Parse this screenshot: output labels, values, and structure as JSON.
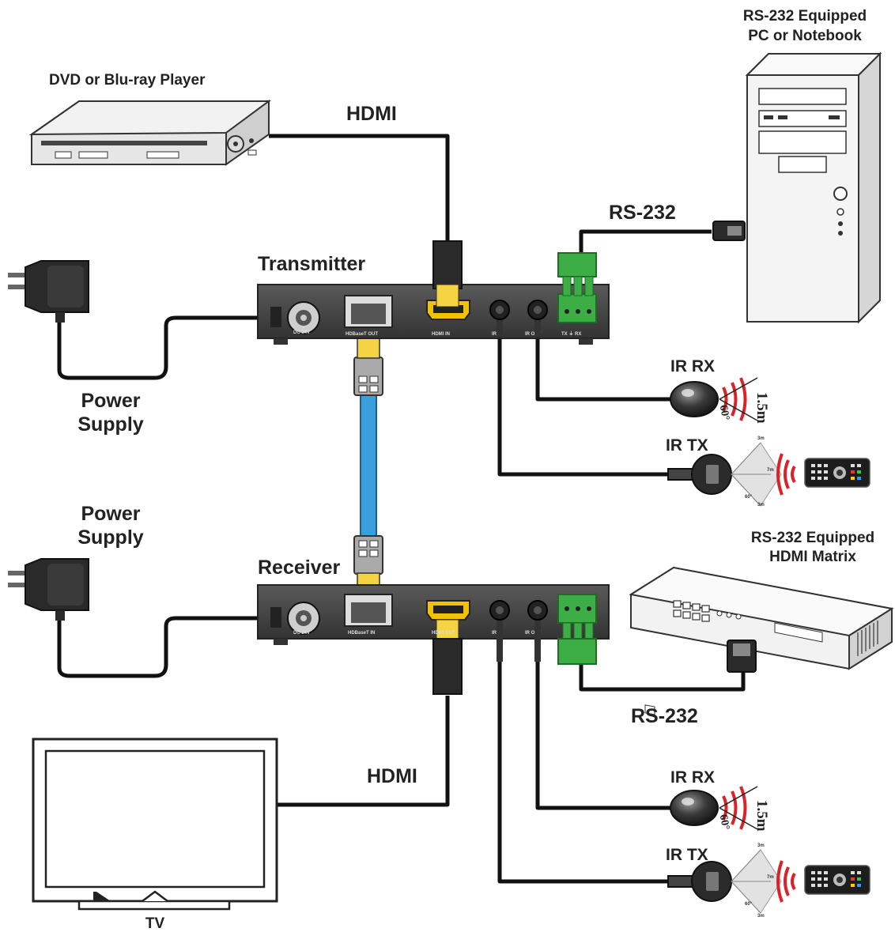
{
  "labels": {
    "dvd": "DVD or Blu-ray Player",
    "pc_line1": "RS-232 Equipped",
    "pc_line2": "PC or Notebook",
    "hdmi_top": "HDMI",
    "rs232_top": "RS-232",
    "transmitter": "Transmitter",
    "receiver": "Receiver",
    "power_supply_top_1": "Power",
    "power_supply_top_2": "Supply",
    "power_supply_bottom_1": "Power",
    "power_supply_bottom_2": "Supply",
    "ir_rx_top": "IR RX",
    "ir_tx_top": "IR TX",
    "ir_rx_bottom": "IR RX",
    "ir_tx_bottom": "IR TX",
    "matrix_line1": "RS-232 Equipped",
    "matrix_line2": "HDMI Matrix",
    "rs232_bottom": "RS-232",
    "hdmi_bottom": "HDMI",
    "tv": "TV",
    "rx_distance_top": "1.5m",
    "rx_angle_top": "60°",
    "rx_distance_bottom": "1.5m",
    "rx_angle_bottom": "60°"
  },
  "transmitter_ports": {
    "dc": "DC 24V",
    "hdbaset": "HDBaseT OUT",
    "hdmi": "HDMI IN",
    "ir_in": "IR IN",
    "ir_out": "IR OUT",
    "rs232": "TX  ⏚  RX"
  },
  "receiver_ports": {
    "dc": "DC 24V",
    "hdbaset": "HDBaseT IN",
    "hdmi": "HDMI OUT",
    "ir_in": "IR IN",
    "ir_out": "IR OUT"
  },
  "colors": {
    "cable": "#111111",
    "ethernet": "#3aa0dc",
    "terminal": "#3cae45",
    "hdmi_port": "#f2c200",
    "rj45_plug": "#f5d443",
    "unit_body": "#4a4a4a",
    "ir_wave": "#d8232a"
  },
  "icons": {
    "ir_tx_spread": [
      "3m",
      "7m",
      "3m",
      "60°"
    ]
  }
}
